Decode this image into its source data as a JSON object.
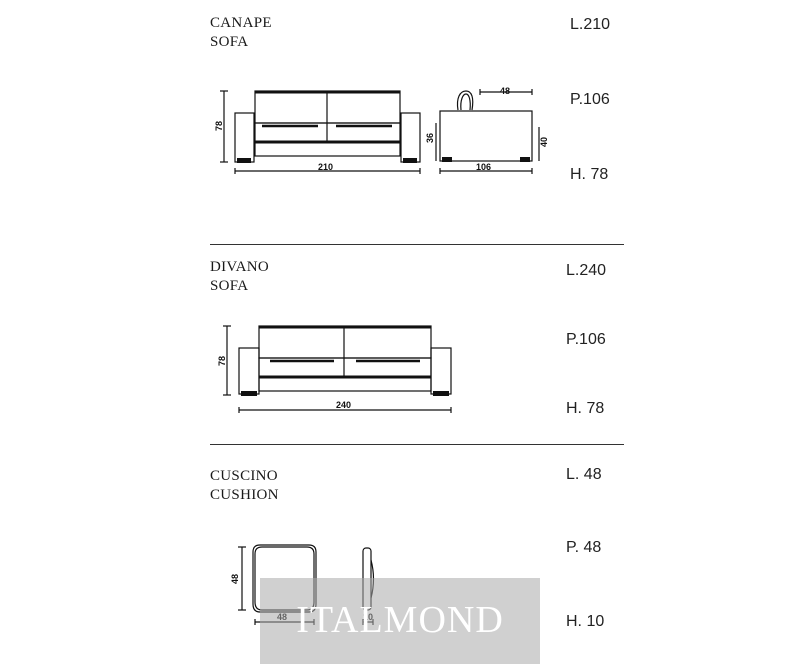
{
  "sections": [
    {
      "title_it": "CANAPE",
      "title_en": "SOFA",
      "length": "L.210",
      "depth": "P.106",
      "height": "H. 78",
      "drawing_labels": {
        "front_height": "78",
        "front_width": "210",
        "side_back": "48",
        "side_seat": "36",
        "side_arm": "40",
        "side_depth": "106"
      }
    },
    {
      "title_it": "DIVANO",
      "title_en": "SOFA",
      "length": "L.240",
      "depth": "P.106",
      "height": "H. 78",
      "drawing_labels": {
        "front_height": "78",
        "front_width": "240"
      }
    },
    {
      "title_it": "CUSCINO",
      "title_en": "CUSHION",
      "length": "L.  48",
      "depth": "P.  48",
      "height": "H. 10",
      "drawing_labels": {
        "square_side": "48",
        "square_bottom": "48",
        "thickness": "10"
      }
    }
  ],
  "watermark": "ITALMOND",
  "colors": {
    "line": "#111111",
    "watermark_bg": "#aaaaaa",
    "watermark_text": "#ffffff"
  }
}
